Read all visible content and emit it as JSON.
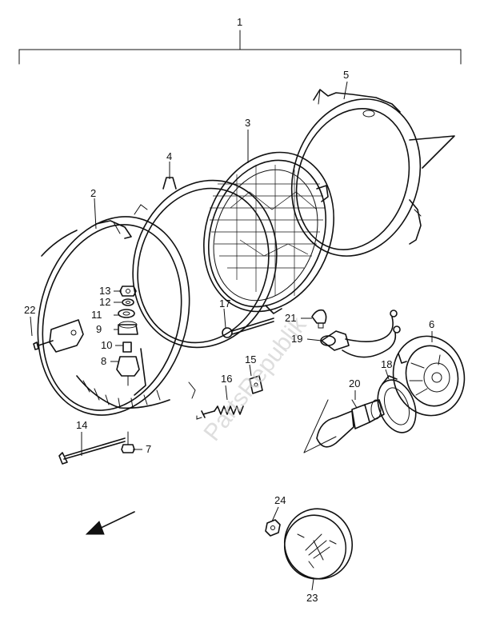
{
  "watermark": "PartsRepublik",
  "callouts": [
    {
      "id": "1",
      "label": "1"
    },
    {
      "id": "2",
      "label": "2"
    },
    {
      "id": "3",
      "label": "3"
    },
    {
      "id": "4",
      "label": "4"
    },
    {
      "id": "5",
      "label": "5"
    },
    {
      "id": "6",
      "label": "6"
    },
    {
      "id": "7",
      "label": "7"
    },
    {
      "id": "8",
      "label": "8"
    },
    {
      "id": "9",
      "label": "9"
    },
    {
      "id": "10",
      "label": "10"
    },
    {
      "id": "11",
      "label": "11"
    },
    {
      "id": "12",
      "label": "12"
    },
    {
      "id": "13",
      "label": "13"
    },
    {
      "id": "14",
      "label": "14"
    },
    {
      "id": "15",
      "label": "15"
    },
    {
      "id": "16",
      "label": "16"
    },
    {
      "id": "17",
      "label": "17"
    },
    {
      "id": "18",
      "label": "18"
    },
    {
      "id": "19",
      "label": "19"
    },
    {
      "id": "20",
      "label": "20"
    },
    {
      "id": "21",
      "label": "21"
    },
    {
      "id": "22",
      "label": "22"
    },
    {
      "id": "23",
      "label": "23"
    },
    {
      "id": "24",
      "label": "24"
    }
  ]
}
